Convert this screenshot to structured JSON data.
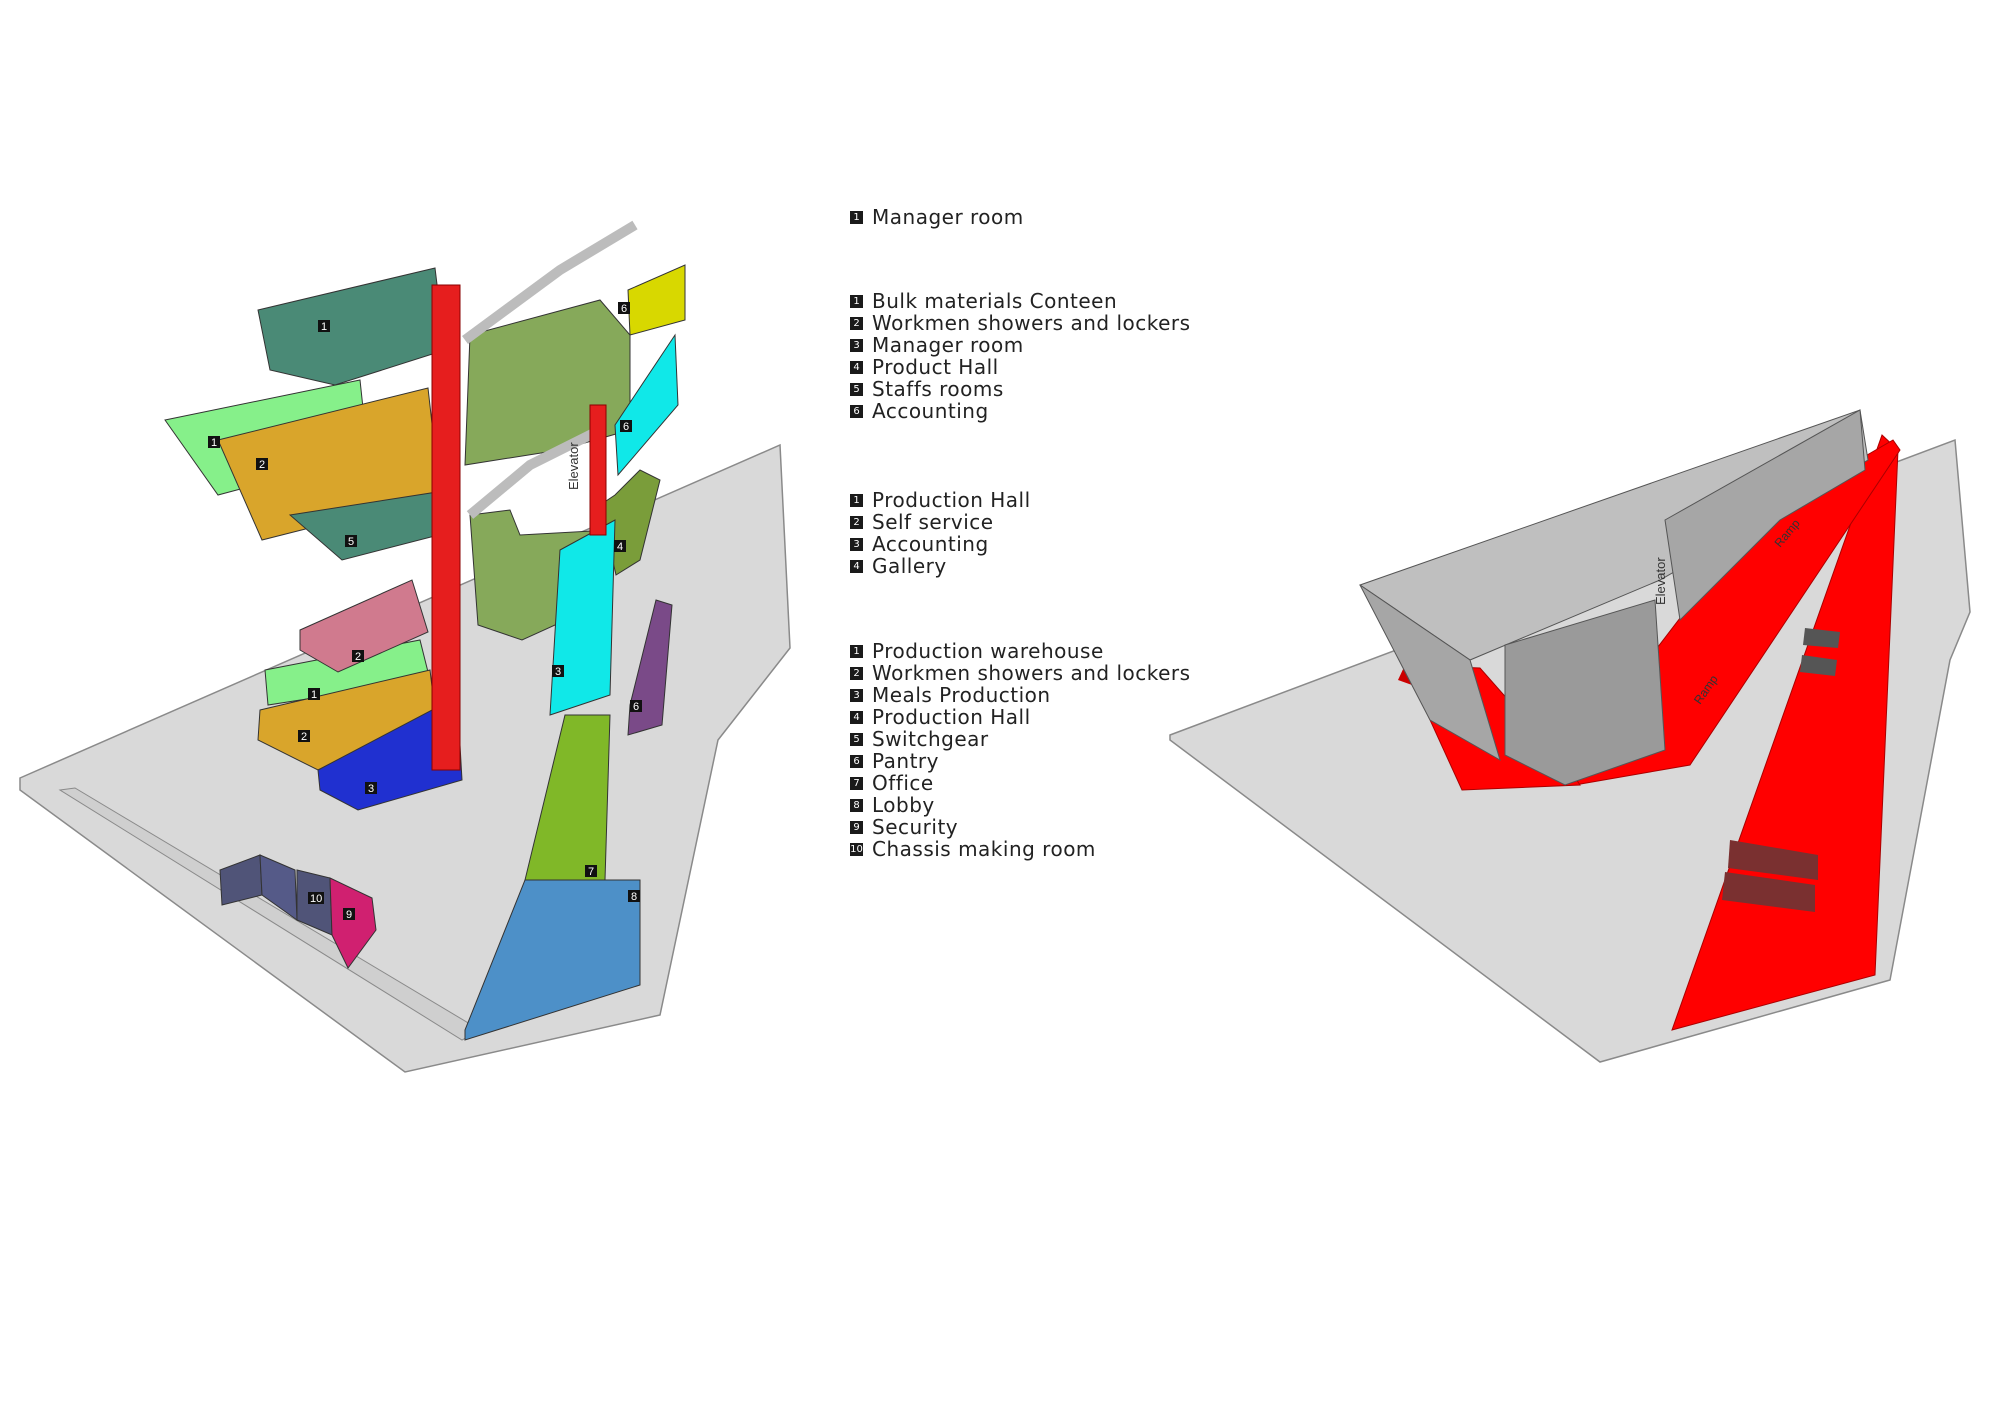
{
  "legend": {
    "group1": [
      {
        "num": "1",
        "label": "Manager room"
      }
    ],
    "group2": [
      {
        "num": "1",
        "label": "Bulk materials Conteen"
      },
      {
        "num": "2",
        "label": "Workmen showers and lockers"
      },
      {
        "num": "3",
        "label": "Manager room"
      },
      {
        "num": "4",
        "label": "Product Hall"
      },
      {
        "num": "5",
        "label": "Staffs rooms"
      },
      {
        "num": "6",
        "label": "Accounting"
      }
    ],
    "group3": [
      {
        "num": "1",
        "label": "Production Hall"
      },
      {
        "num": "2",
        "label": "Self service"
      },
      {
        "num": "3",
        "label": "Accounting"
      },
      {
        "num": "4",
        "label": "Gallery"
      }
    ],
    "group4": [
      {
        "num": "1",
        "label": "Production warehouse"
      },
      {
        "num": "2",
        "label": "Workmen showers and lockers"
      },
      {
        "num": "3",
        "label": "Meals Production"
      },
      {
        "num": "4",
        "label": "Production Hall"
      },
      {
        "num": "5",
        "label": "Switchgear"
      },
      {
        "num": "6",
        "label": "Pantry"
      },
      {
        "num": "7",
        "label": "Office"
      },
      {
        "num": "8",
        "label": "Lobby"
      },
      {
        "num": "9",
        "label": "Security"
      },
      {
        "num": "10",
        "label": "Chassis making room"
      }
    ]
  },
  "diagram_left": {
    "elevator_label": "Elevator",
    "block_tags": [
      "1",
      "2",
      "3",
      "4",
      "5",
      "6",
      "7",
      "8",
      "9",
      "10"
    ]
  },
  "diagram_right": {
    "elevator_label": "Elevator",
    "ramp_label": "Ramp"
  },
  "colors": {
    "ground": "#d9d9d9",
    "circulation": "#ff0000",
    "teal": "#4a8a76",
    "olive_green": "#86a95a",
    "yellow": "#d8d800",
    "cyan": "#10e8e8",
    "light_green": "#86f08a",
    "gold": "#d9a52b",
    "pink": "#d07a8e",
    "blue": "#2030d0",
    "lime": "#80b828",
    "purple": "#7a4a88",
    "sky_blue": "#4d90c8",
    "slate": "#4a5080",
    "magenta": "#d02070",
    "grey_mass": "#a6a6a6"
  }
}
